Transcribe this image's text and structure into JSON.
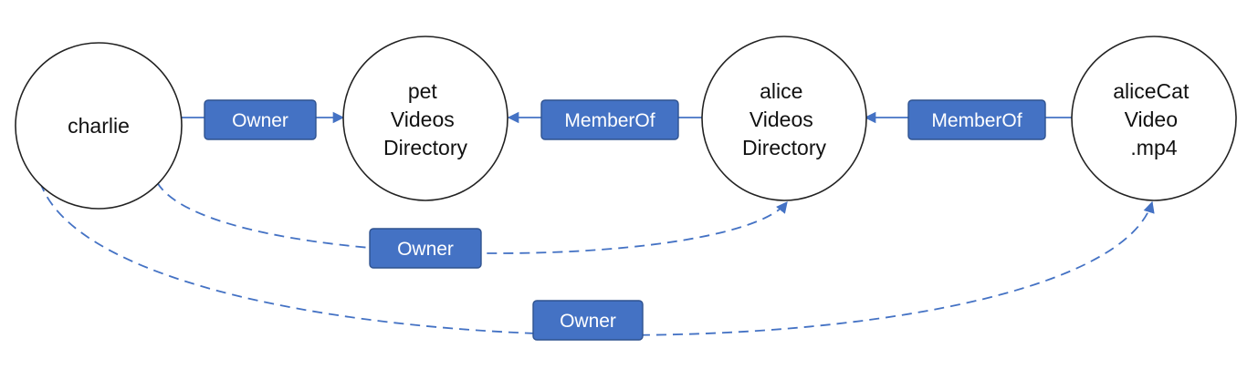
{
  "colors": {
    "edge": "#4472c4",
    "label_fill": "#4472c4",
    "label_border": "#2f528f",
    "label_text": "#ffffff",
    "node_border": "#222222",
    "node_fill": "#ffffff"
  },
  "nodes": {
    "charlie": {
      "lines": [
        "charlie"
      ]
    },
    "pet_videos_directory": {
      "lines": [
        "pet",
        "Videos",
        "Directory"
      ]
    },
    "alice_videos_directory": {
      "lines": [
        "alice",
        "Videos",
        "Directory"
      ]
    },
    "alicecat_video": {
      "lines": [
        "aliceCat",
        "Video",
        ".mp4"
      ]
    }
  },
  "edges": {
    "charlie_owner_pet": {
      "label": "Owner",
      "style": "solid"
    },
    "alice_memberof_pet": {
      "label": "MemberOf",
      "style": "solid"
    },
    "video_memberof_alice": {
      "label": "MemberOf",
      "style": "solid"
    },
    "charlie_owner_alice": {
      "label": "Owner",
      "style": "dashed"
    },
    "charlie_owner_video": {
      "label": "Owner",
      "style": "dashed"
    }
  }
}
